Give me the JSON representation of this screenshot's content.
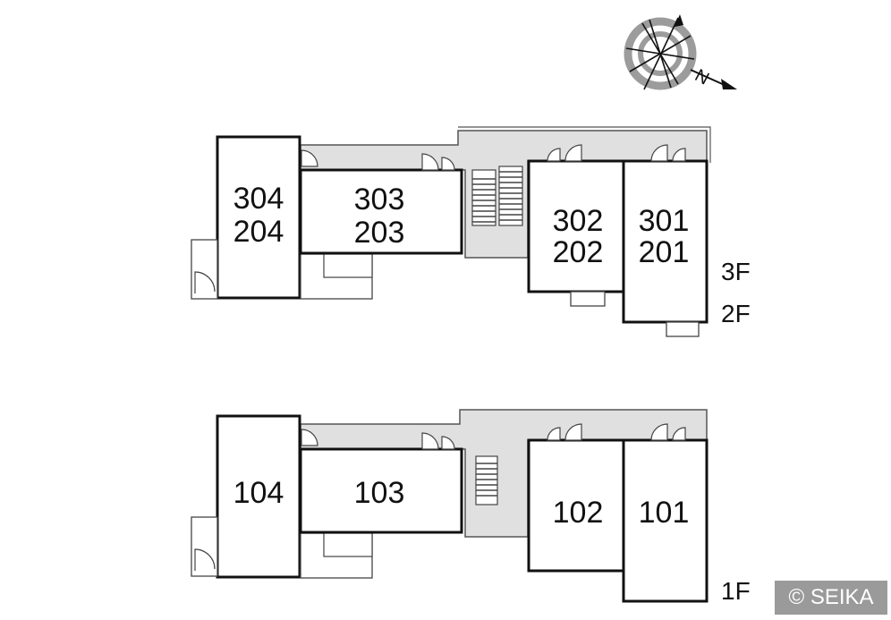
{
  "compass": {
    "north_label": "N",
    "icon": "compass-rose-icon"
  },
  "upper_floor_plan": {
    "rooms": [
      {
        "id": "r304",
        "line1": "304",
        "line2": "204"
      },
      {
        "id": "r303",
        "line1": "303",
        "line2": "203"
      },
      {
        "id": "r302",
        "line1": "302",
        "line2": "202"
      },
      {
        "id": "r301",
        "line1": "301",
        "line2": "201"
      }
    ],
    "floor_labels": [
      "3F",
      "2F"
    ]
  },
  "lower_floor_plan": {
    "rooms": [
      {
        "id": "r104",
        "label": "104"
      },
      {
        "id": "r103",
        "label": "103"
      },
      {
        "id": "r102",
        "label": "102"
      },
      {
        "id": "r101",
        "label": "101"
      }
    ],
    "floor_labels": [
      "1F"
    ]
  },
  "credit": "© SEIKA",
  "colors": {
    "corridor": "#e0e0e0",
    "wall": "#111111",
    "credit_bg": "#9a9a9a",
    "compass_ring": "#9c9c9c"
  }
}
